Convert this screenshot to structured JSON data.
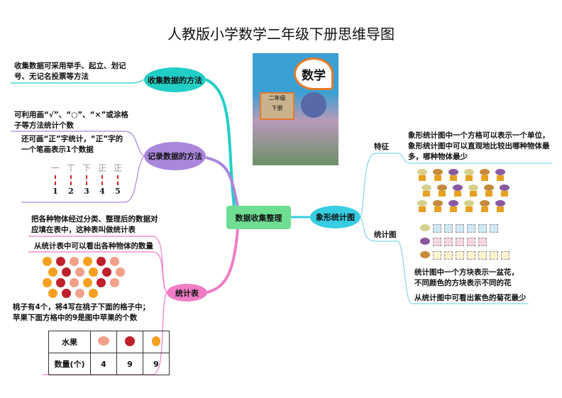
{
  "title": "人教版小学数学二年级下册思维导图",
  "center": "数据收集整理",
  "book": {
    "title": "数学",
    "grade": "二年级",
    "volume": "下册"
  },
  "branches": {
    "collect": {
      "label": "收集数据的方法",
      "note": "收集数据可采用举手、起立、划记号、无记名投票等方法"
    },
    "record": {
      "label": "记录数据的方法",
      "note1": "可利用画“√”、“○”、“×”或涂格子等方法统计个数",
      "note2": "还可画“正”字统计，“正”字的一个笔画表示1个数据",
      "tally": [
        "一",
        "丅",
        "下",
        "正",
        "正"
      ],
      "tally_nums": [
        "1",
        "2",
        "3",
        "4",
        "5"
      ]
    },
    "table": {
      "label": "统计表",
      "note1": "把各种物体经过分类、整理后的数据对应填在表中，这种表叫做统计表",
      "note2": "从统计表中可以看出各种物体的数量",
      "note3": "桃子有4个，将4写在桃子下面的格子中；苹果下面方格中的9是图中苹果的个数",
      "row1_header": "水果",
      "row2_header": "数量(个)",
      "counts": [
        "4",
        "9",
        "9"
      ]
    },
    "pictograph": {
      "label": "象形统计图",
      "feature_label": "特征",
      "feature_text": "象形统计图中一个方格可以表示一个单位，象形统计图中可以直观地比较出哪种物体最多，哪种物体最少",
      "chart_label": "统计图",
      "chart_text1": "统计图中一个方块表示一盆花，不同颜色的方块表示不同的花",
      "chart_text2": "从统计图中可看出紫色的菊花最少",
      "rows": [
        {
          "color": "#cfe8f5",
          "count": 6
        },
        {
          "color": "#f7d5e3",
          "count": 5
        },
        {
          "color": "#fbf3cf",
          "count": 7
        }
      ]
    }
  },
  "colors": {
    "teal": "#22cfc6",
    "purple": "#a987dc",
    "pink": "#f07cc5",
    "cyan": "#37cde2",
    "green": "#6fde92"
  }
}
